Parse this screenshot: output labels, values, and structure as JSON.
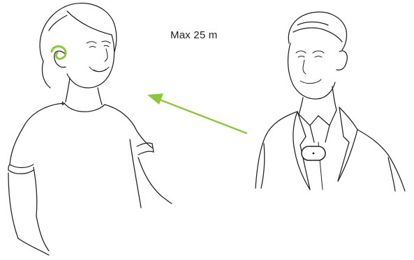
{
  "label": {
    "max_range": "Max 25 m"
  },
  "colors": {
    "accent": "#8dc63f",
    "ink": "#1f1f1f",
    "background": "#ffffff"
  },
  "icons": {
    "listener": "woman-wearing-hearing-aid",
    "speaker": "man-wearing-clip-microphone",
    "arrow": "signal-arrow"
  }
}
